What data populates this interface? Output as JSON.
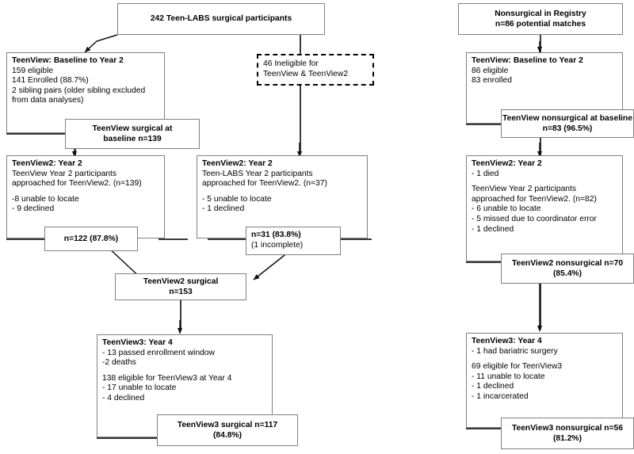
{
  "diagram": {
    "title": "Teen-LABS TeenView participant flow diagram",
    "accent": "#000000",
    "line_color": "#3a3a3a"
  },
  "surgical": {
    "top": {
      "line1": "242 Teen-LABS surgical participants"
    },
    "ineligible": {
      "line1": "46 Ineligible for",
      "line2": "TeenView & TeenView2"
    },
    "teenview_baseline": {
      "header": "TeenView: Baseline to Year 2",
      "line1": "159 eligible",
      "line2": "141 Enrolled (88.7%)",
      "line3": "2 sibling pairs (older sibling excluded",
      "line4": "from data analyses)"
    },
    "teenview_surgical_baseline": {
      "line1": "TeenView surgical at",
      "line2": "baseline n=139"
    },
    "teenview2_left": {
      "header": "TeenView2:  Year 2",
      "line1": "TeenView Year 2 participants",
      "line2": "approached for TeenView2. (n=139)",
      "line3": "-8 unable to locate",
      "line4": "- 9 declined"
    },
    "teenview2_left_result": {
      "line1": "n=122 (87.8%)"
    },
    "teenview2_right": {
      "header": "TeenView2:  Year 2",
      "line1": "Teen-LABS Year 2 participants",
      "line2": "approached for TeenView2. (n=37)",
      "line3": "- 5 unable to locate",
      "line4": "- 1 declined"
    },
    "teenview2_right_result": {
      "line1": "n=31 (83.8%)",
      "line2": "(1 incomplete)"
    },
    "teenview2_surgical": {
      "line1": "TeenView2 surgical",
      "line2": "n=153"
    },
    "teenview3": {
      "header": "TeenView3:  Year 4",
      "line1": "- 13 passed enrollment window",
      "line2": "-2 deaths",
      "line3": "138 eligible for TeenView3 at Year 4",
      "line4": "- 17 unable to locate",
      "line5": "- 4 declined"
    },
    "teenview3_result": {
      "line1": "TeenView3 surgical n=117",
      "line2": "(84.8%)"
    }
  },
  "nonsurgical": {
    "top": {
      "line1": "Nonsurgical in Registry",
      "line2": "n=86 potential matches"
    },
    "teenview_baseline": {
      "header": "TeenView:  Baseline to Year 2",
      "line1": "86 eligible",
      "line2": "83 enrolled"
    },
    "teenview_nonsurgical_baseline": {
      "line1": "TeenView nonsurgical at baseline",
      "line2": "n=83 (96.5%)"
    },
    "teenview2": {
      "header": "TeenView2:  Year 2",
      "line1": "- 1 died",
      "line2": "TeenView Year 2 participants",
      "line3": "approached for TeenView2. (n=82)",
      "line4": "- 6 unable to locate",
      "line5": "- 5 missed due to coordinator error",
      "line6": "- 1 declined"
    },
    "teenview2_result": {
      "line1": "TeenView2 nonsurgical n=70",
      "line2": "(85.4%)"
    },
    "teenview3": {
      "header": "TeenView3:  Year 4",
      "line1": "- 1 had bariatric surgery",
      "line2": "69 eligible for TeenView3",
      "line3": "- 11 unable to locate",
      "line4": "- 1 declined",
      "line5": "- 1 incarcerated"
    },
    "teenview3_result": {
      "line1": "TeenView3 nonsurgical n=56",
      "line2": "(81.2%)"
    }
  }
}
